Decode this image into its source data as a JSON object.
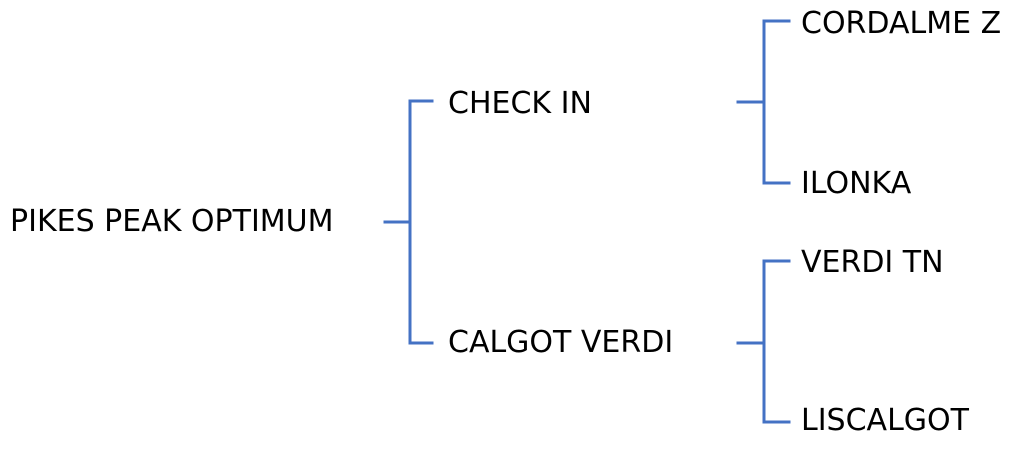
{
  "diagram": {
    "root": "PIKES PEAK OPTIMUM",
    "level1": [
      "CHECK IN",
      "CALGOT VERDI"
    ],
    "level2": [
      "CORDALME Z",
      "ILONKA",
      "VERDI TN",
      "LISCALGOT"
    ],
    "connector_color": "#4472C4",
    "text_color": "#000000"
  }
}
